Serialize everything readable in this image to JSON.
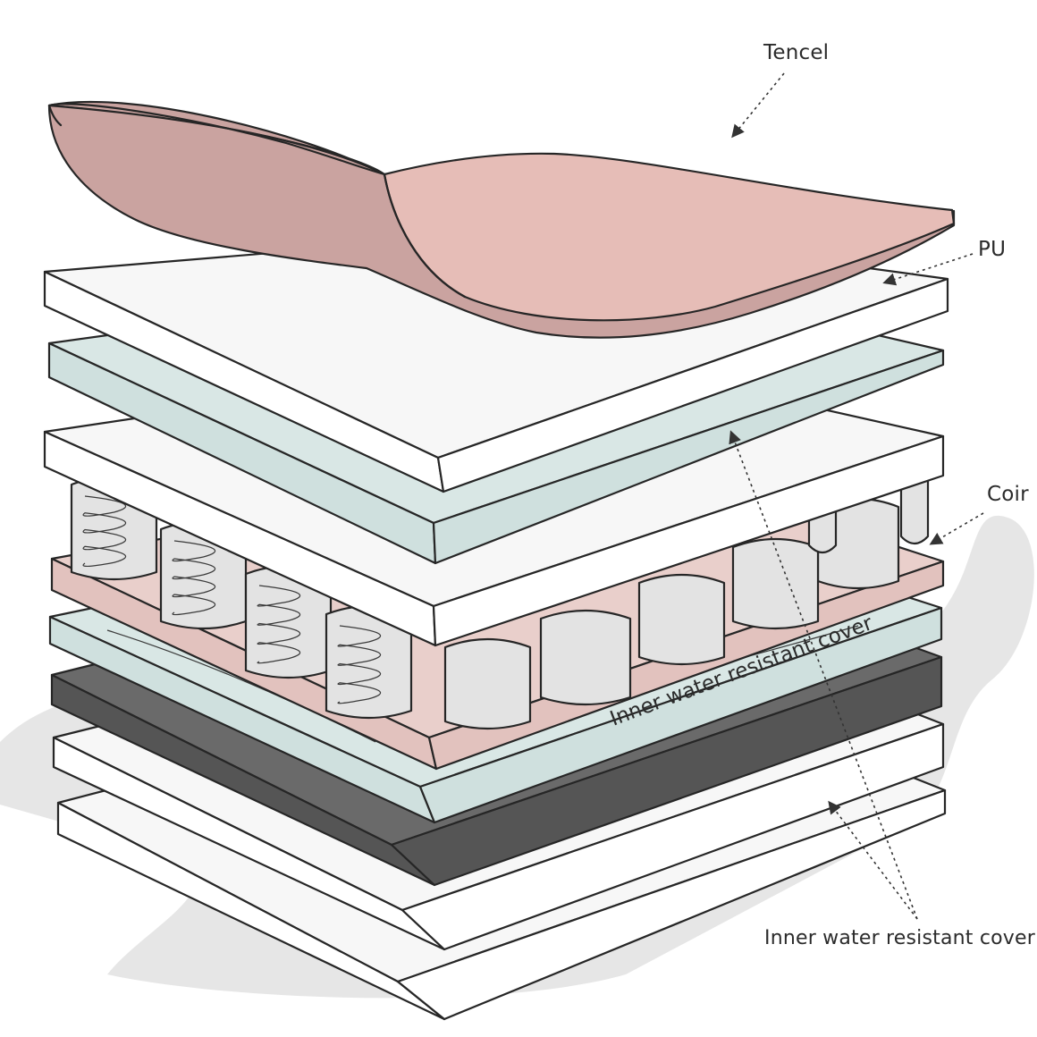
{
  "labels": {
    "tencel": "Tencel",
    "pu": "PU",
    "coir": "Coir",
    "inner_cover_layer": "Inner water resistant cover",
    "inner_cover_bottom": "Inner water resistant cover"
  },
  "colors": {
    "shadow": "#e6e6e6",
    "tencel_top": "#e6bdb7",
    "tencel_side": "#caa3a0",
    "white_top": "#f7f7f7",
    "white_side": "#ffffff",
    "mint_top": "#d9e7e5",
    "mint_side": "#cfe0de",
    "rose_top": "#e9cfcb",
    "rose_side": "#e2c2be",
    "dark_top": "#6a6a6a",
    "dark_side": "#555555",
    "pocket": "#e3e3e3",
    "ink": "#262626"
  },
  "icons": {
    "leader": "dashed-arrow-icon",
    "spring": "coil-spring-icon"
  }
}
